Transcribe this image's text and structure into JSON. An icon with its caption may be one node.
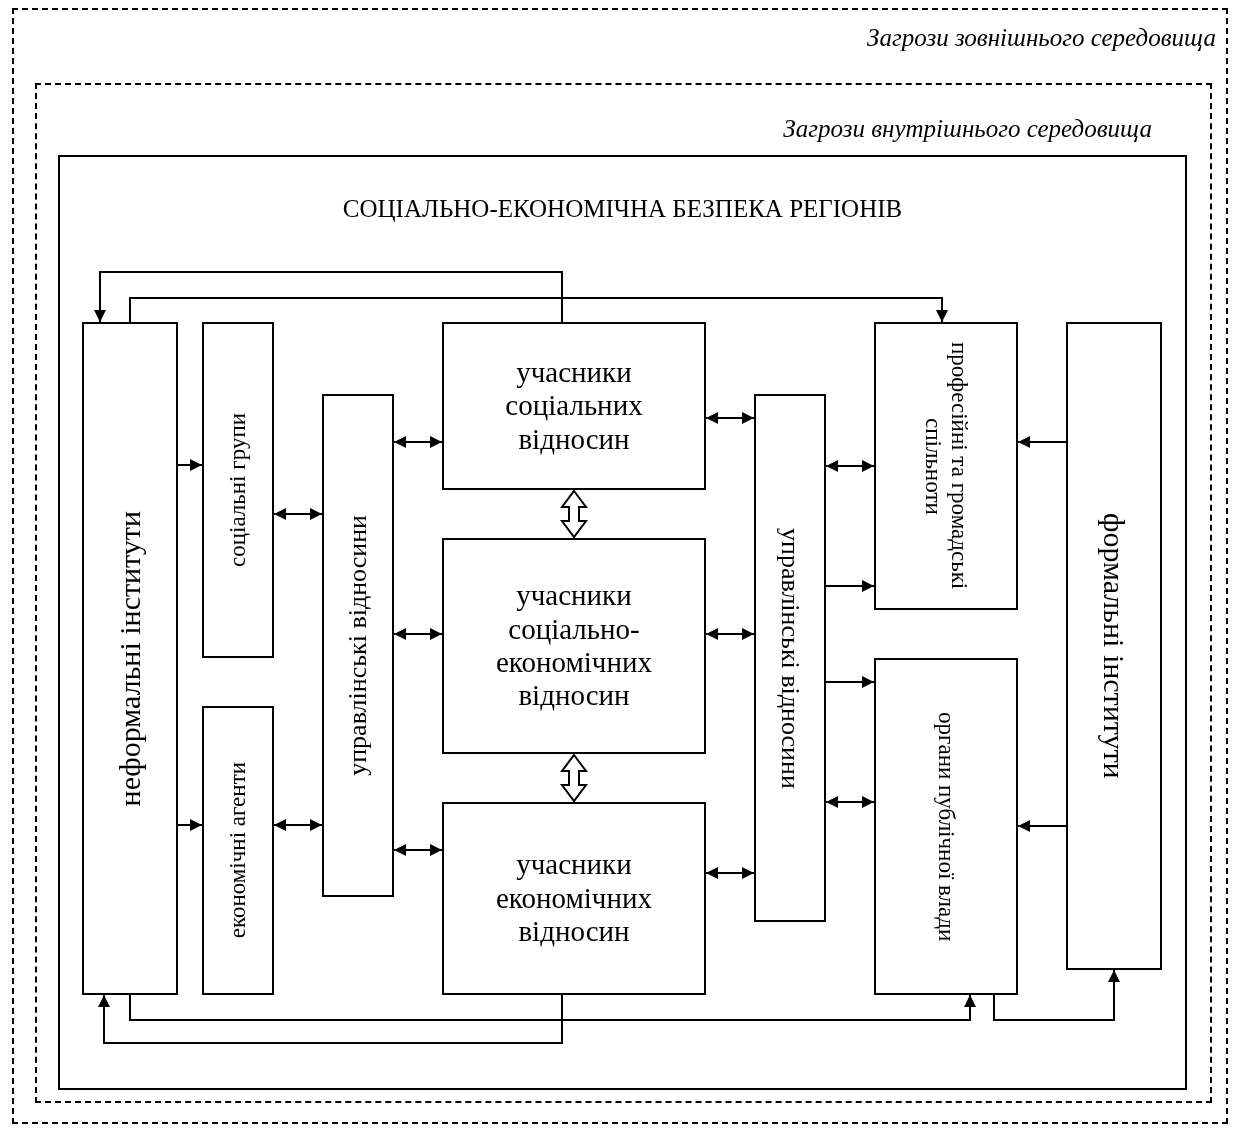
{
  "diagram": {
    "nodes": [
      {
        "text": [
          "Загрози зовнішнього середовища"
        ]
      },
      {
        "text": [
          "Загрози внутрішнього середовища"
        ],
        "in": 0
      },
      {
        "text": [
          "СОЦІАЛЬНО-ЕКОНОМІЧНА БЕЗПЕКА РЕГІОНІВ"
        ],
        "in": 1
      },
      {
        "text": [
          "неформальні інститути"
        ],
        "in": 2
      },
      {
        "text": [
          "соціальні групи"
        ],
        "in": 2
      },
      {
        "text": [
          "економічні агенти"
        ],
        "in": 2
      },
      {
        "text": [
          "управлінські відносини"
        ],
        "in": 2
      },
      {
        "text": [
          "учасники соціальних відносин"
        ],
        "in": 2
      },
      {
        "text": [
          "учасники соціально-економічних відносин"
        ],
        "in": 2
      },
      {
        "text": [
          "учасники економічних відносин"
        ],
        "in": 2
      },
      {
        "text": [
          "управлінські відносини"
        ],
        "in": 2
      },
      {
        "text": [
          "професійні та громадські спільноти"
        ],
        "in": 2
      },
      {
        "text": [
          "органи публічної влади"
        ],
        "in": 2
      },
      {
        "text": [
          "формальні інститути"
        ],
        "in": 2
      }
    ],
    "edges": [
      {
        "from": 3,
        "to": 4,
        "arrow": "to"
      },
      {
        "from": 3,
        "to": 5,
        "arrow": "to"
      },
      {
        "from": 4,
        "to": 6,
        "arrow": "both"
      },
      {
        "from": 5,
        "to": 6,
        "arrow": "both"
      },
      {
        "from": 6,
        "to": 7,
        "arrow": "both"
      },
      {
        "from": 6,
        "to": 8,
        "arrow": "both"
      },
      {
        "from": 6,
        "to": 9,
        "arrow": "both"
      },
      {
        "from": 7,
        "to": 8,
        "arrow": "both",
        "style": "thick"
      },
      {
        "from": 8,
        "to": 9,
        "arrow": "both",
        "style": "thick"
      },
      {
        "from": 7,
        "to": 10,
        "arrow": "both"
      },
      {
        "from": 8,
        "to": 10,
        "arrow": "both"
      },
      {
        "from": 9,
        "to": 10,
        "arrow": "both"
      },
      {
        "from": 10,
        "to": 11,
        "arrow": "both"
      },
      {
        "from": 10,
        "to": 11,
        "arrow": "to"
      },
      {
        "from": 10,
        "to": 12,
        "arrow": "to"
      },
      {
        "from": 10,
        "to": 12,
        "arrow": "both"
      },
      {
        "from": 13,
        "to": 11,
        "arrow": "to"
      },
      {
        "from": 13,
        "to": 12,
        "arrow": "to"
      },
      {
        "from": 7,
        "to": 3,
        "arrow": "to"
      },
      {
        "from": 3,
        "to": 11,
        "arrow": "to"
      },
      {
        "from": 9,
        "to": 3,
        "arrow": "to"
      },
      {
        "from": 3,
        "to": 12,
        "arrow": "to"
      },
      {
        "from": 12,
        "to": 13,
        "arrow": "to"
      }
    ]
  }
}
